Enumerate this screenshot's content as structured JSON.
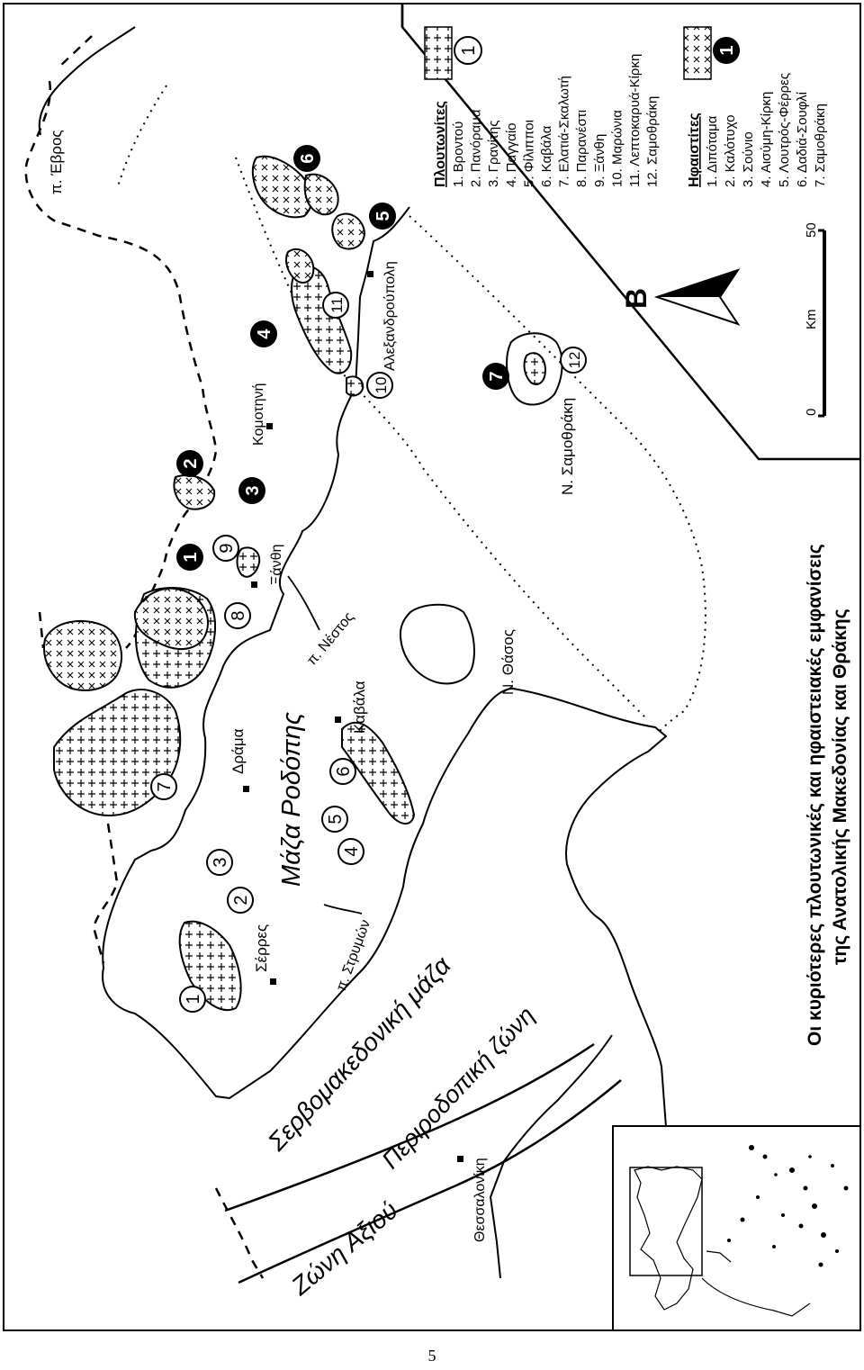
{
  "map_title": {
    "line1": "Οι κυριότερες πλουτωνικές και ηφαιστειακές εμφανίσεις",
    "line2": "της Ανατολικής Μακεδονίας και Θράκης"
  },
  "legend": {
    "plutonites": {
      "heading": "Πλουτωνίτες",
      "items": [
        "1. Βροντού",
        "2. Πανόραμα",
        "3. Γρανίτης",
        "4. Παγγαίο",
        "5. Φίλιπποι",
        "6. Καβάλα",
        "7. Ελατιά-Σκαλωτή",
        "8. Παρανέστι",
        "9. Ξάνθη",
        "10. Μαρώνια",
        "11. Λεπτοκαρυά-Κίρκη",
        "12. Σαμοθράκη"
      ],
      "symbol_number": "1"
    },
    "volcanites": {
      "heading": "Ηφαιστίτες",
      "items": [
        "1. Διπόταμα",
        "2. Καλότυχο",
        "3. Σούνιο",
        "4. Αισύμη-Κίρκη",
        "5. Λουτρός-Φέρρες",
        "6. Δαδιά-Σουφλί",
        "7. Σαμοθράκη"
      ],
      "symbol_number": "1"
    }
  },
  "north_arrow": {
    "letter": "Β"
  },
  "scale_bar": {
    "start": "0",
    "end": "50",
    "unit": "Km"
  },
  "zones": {
    "rhodope": "Μάζα Ροδόπης",
    "serbomacedonian": "Σερβομακεδονική μάζα",
    "circumrhodope": "Περιροδοπική ζώνη",
    "axios": "Ζώνη Αξιού"
  },
  "places": {
    "serres": "Σέρρες",
    "drama": "Δράμα",
    "kavala": "Καβάλα",
    "xanthi": "Ξάνθη",
    "komotini": "Κομοτηνή",
    "alexandroupoli": "Αλεξανδρούπολη",
    "thessaloniki": "Θεσσαλονίκη",
    "thasos": "Ν. Θάσος",
    "samothraki": "Ν. Σαμοθράκη"
  },
  "rivers": {
    "evros": "π. Έβρος",
    "nestos": "π. Νέστος",
    "strymon": "π. Στρυμών"
  },
  "plutonite_markers": [
    "1",
    "2",
    "3",
    "4",
    "5",
    "6",
    "7",
    "8",
    "9",
    "10",
    "11",
    "12"
  ],
  "volcanite_markers": [
    "1",
    "2",
    "3",
    "4",
    "5",
    "6",
    "7"
  ],
  "page_number": "5"
}
